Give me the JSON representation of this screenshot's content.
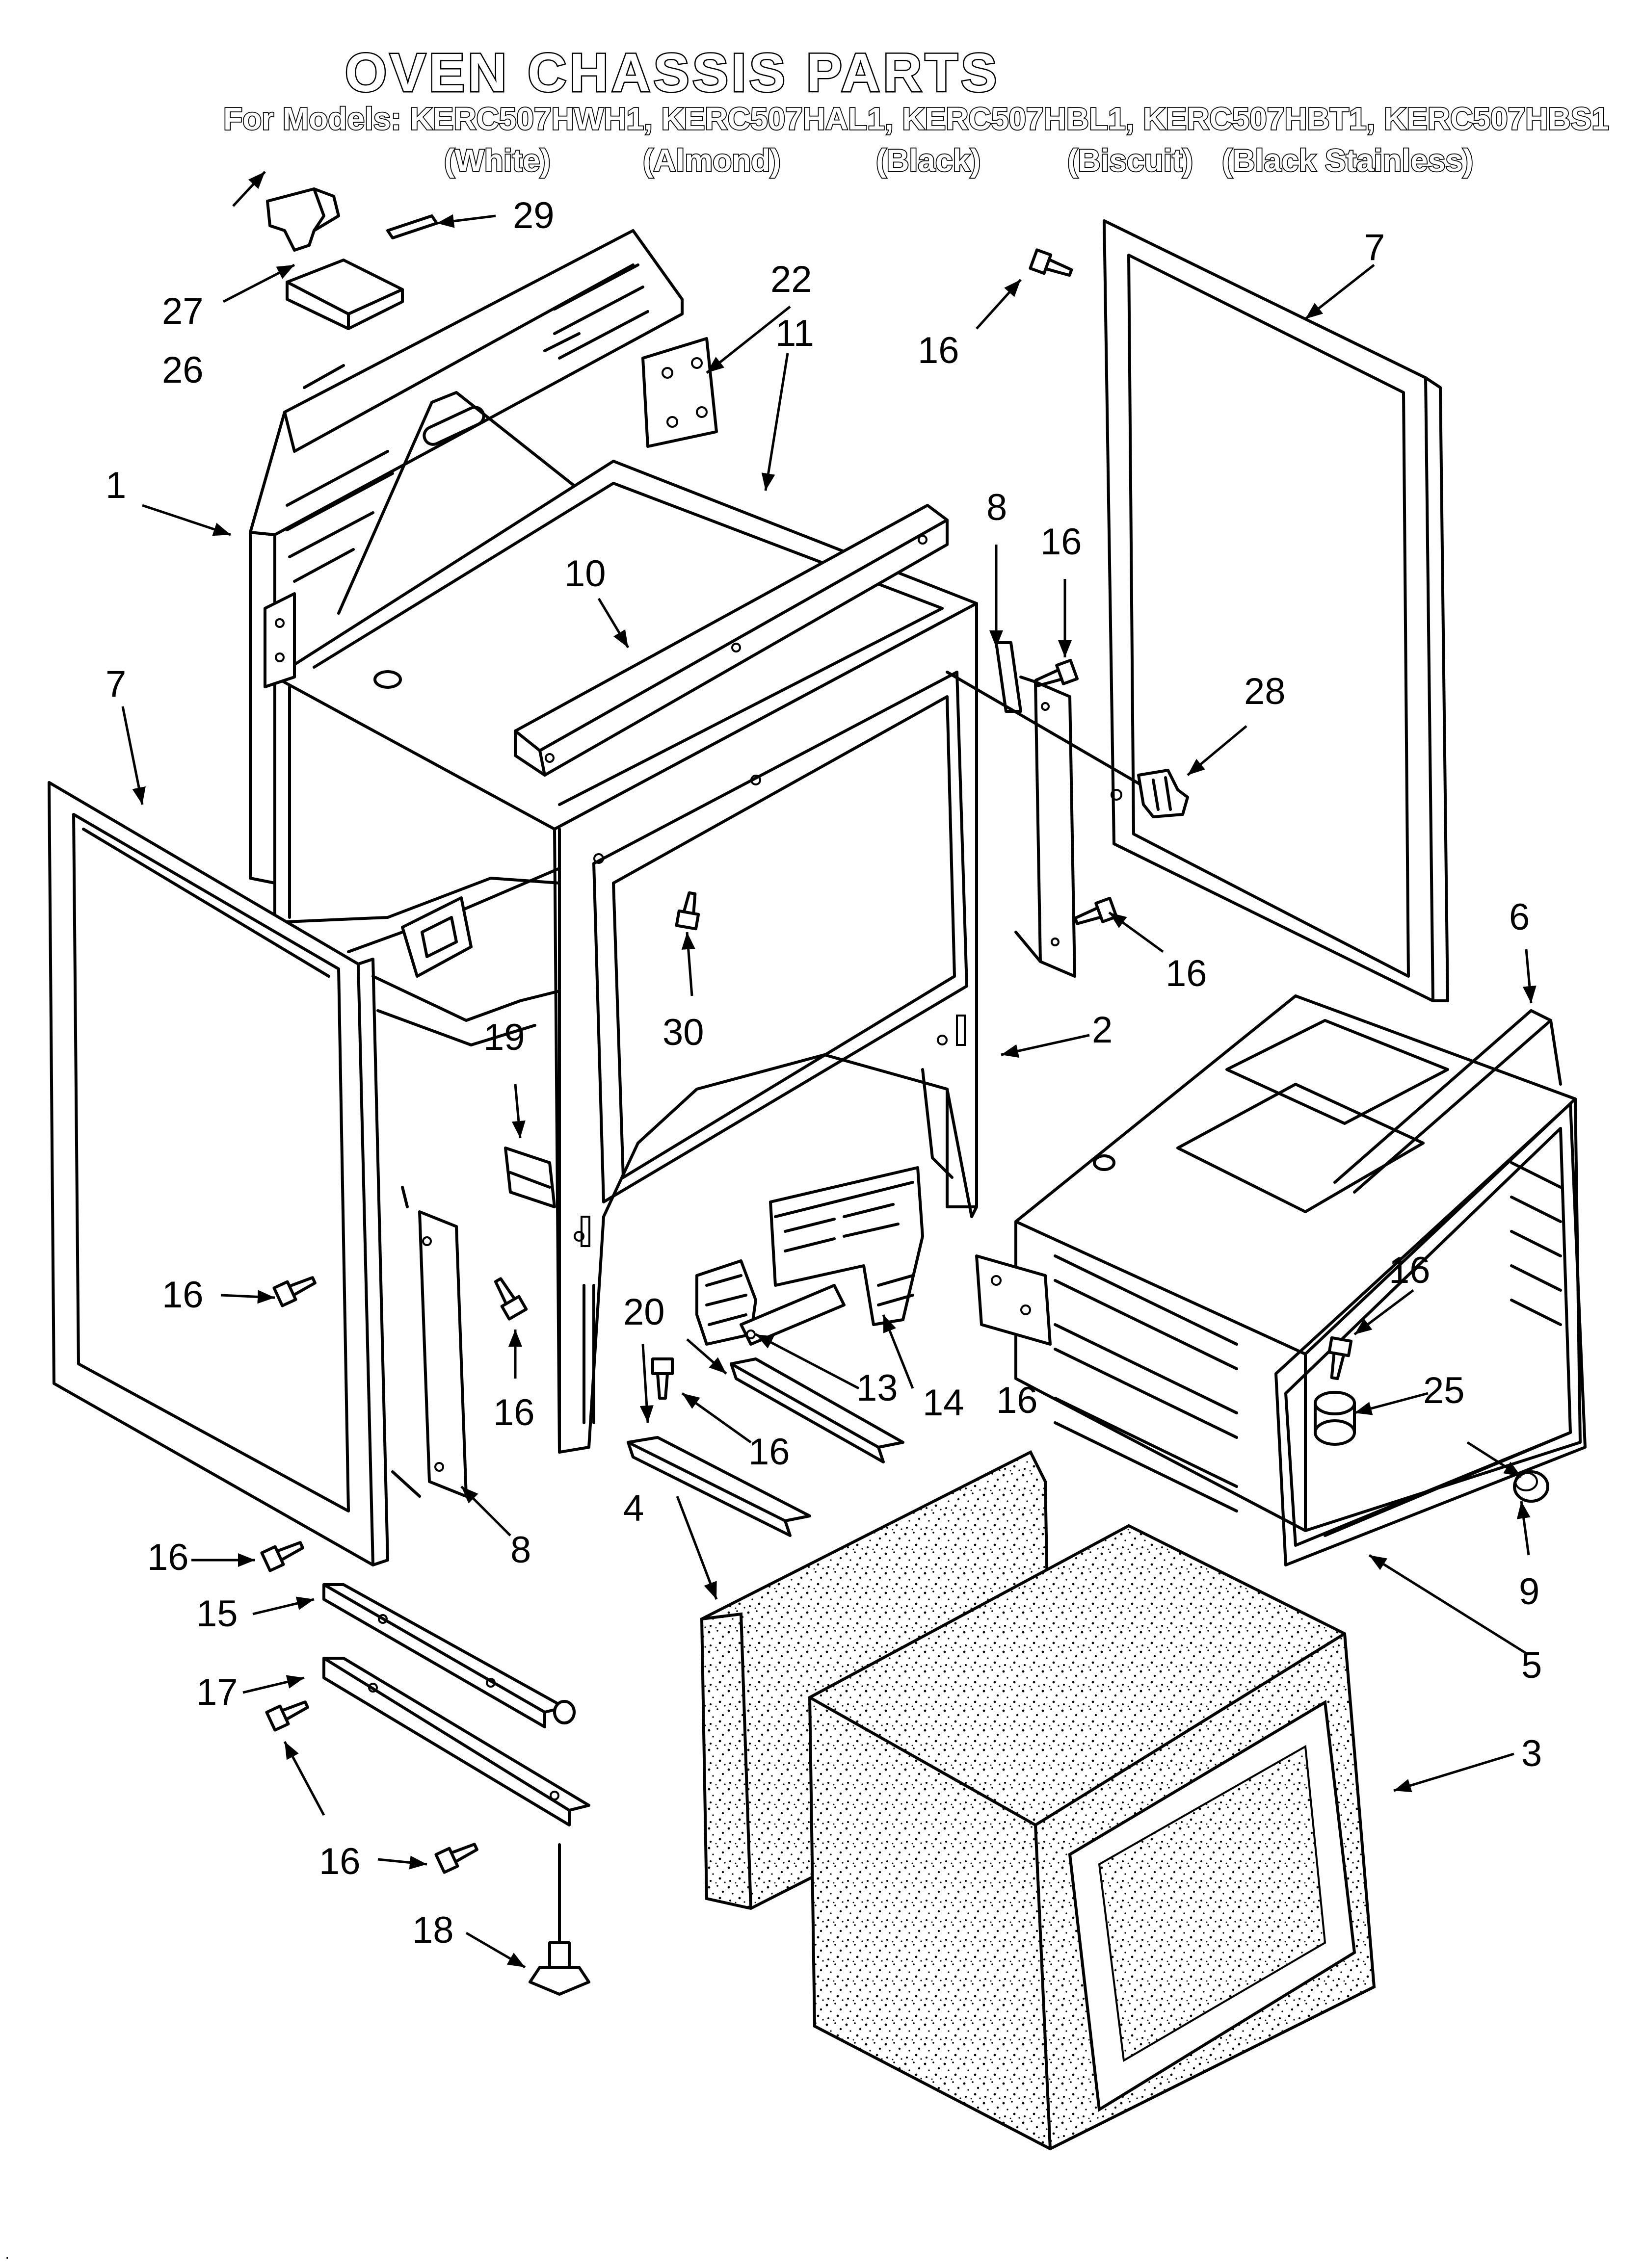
{
  "title": "OVEN CHASSIS PARTS",
  "models_line": "For Models: KERC507HWH1, KERC507HAL1, KERC507HBL1, KERC507HBT1, KERC507HBS1",
  "color_labels": [
    "(White)",
    "(Almond)",
    "(Black)",
    "(Biscuit)",
    "(Black Stainless)"
  ],
  "callouts": [
    "1",
    "2",
    "3",
    "4",
    "5",
    "6",
    "7",
    "7",
    "8",
    "8",
    "9",
    "10",
    "11",
    "13",
    "14",
    "15",
    "16",
    "16",
    "16",
    "16",
    "16",
    "16",
    "16",
    "16",
    "16",
    "16",
    "17",
    "18",
    "19",
    "20",
    "22",
    "25",
    "26",
    "27",
    "28",
    "29",
    "30"
  ],
  "footer_mark": "·"
}
